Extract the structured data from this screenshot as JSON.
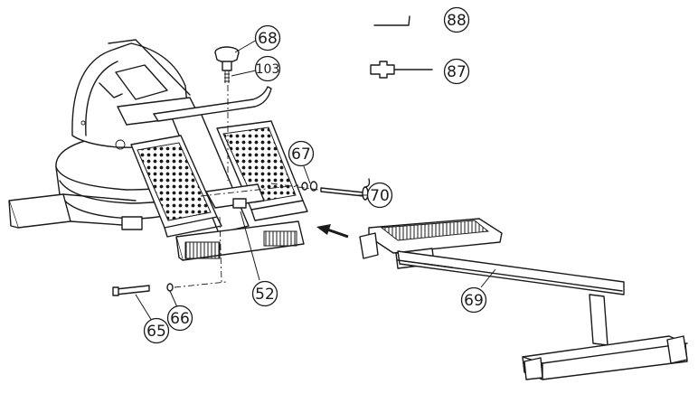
{
  "parts": {
    "p88": "88",
    "p87": "87",
    "p68": "68",
    "p103": "103",
    "p67": "67",
    "p70": "70",
    "p52": "52",
    "p69": "69",
    "p65": "65",
    "p66": "66"
  },
  "colors": {
    "line": "#1a1a1a",
    "background": "#ffffff"
  }
}
